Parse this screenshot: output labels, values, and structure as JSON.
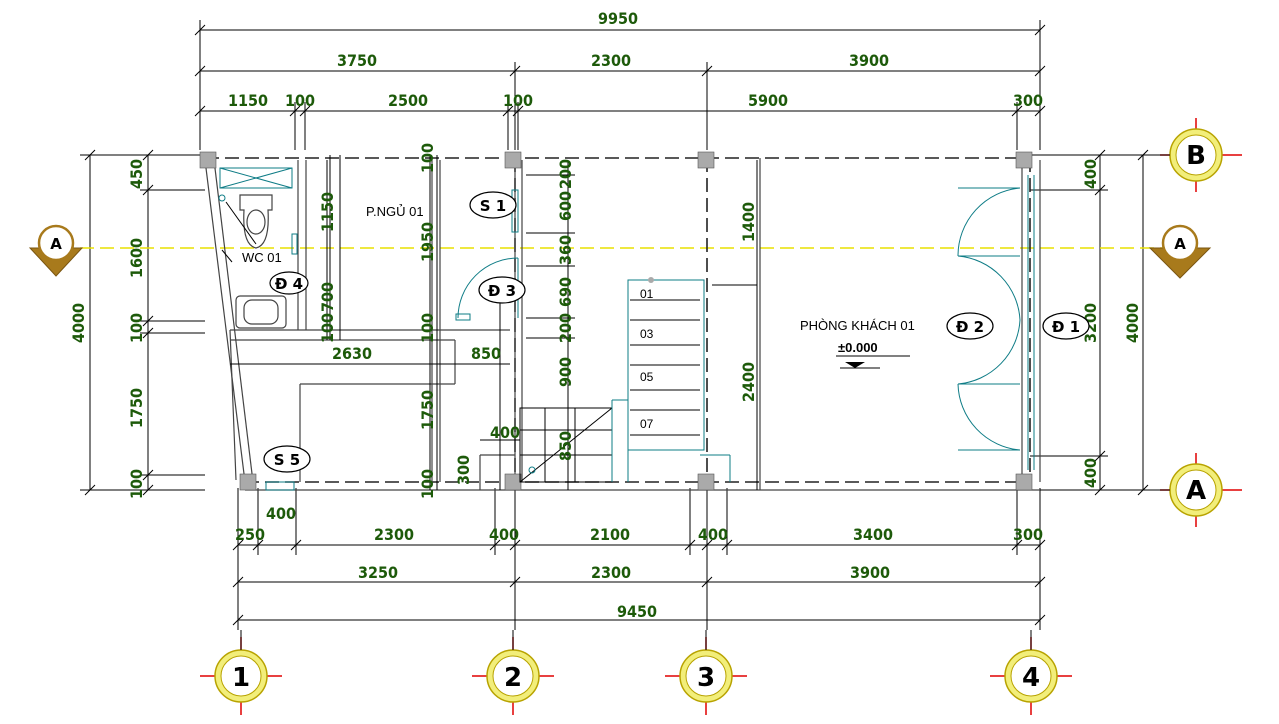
{
  "dimensions": {
    "top_total": "9950",
    "top_row2": [
      "3750",
      "2300",
      "3900"
    ],
    "top_row3": [
      "1150",
      "100",
      "2500",
      "100",
      "5900",
      "300"
    ],
    "bottom_row1": [
      "250",
      "400",
      "2300",
      "400",
      "2100",
      "400",
      "3400",
      "300"
    ],
    "bottom_row2": [
      "3250",
      "2300",
      "3900"
    ],
    "bottom_total": "9450",
    "left_outer": "4000",
    "left_inner": [
      "450",
      "1600",
      "100",
      "1750",
      "100"
    ],
    "right_outer": "4000",
    "right_inner": [
      "400",
      "3200",
      "400"
    ],
    "interior": {
      "wc_vert": [
        "1150",
        "700",
        "100"
      ],
      "bed_vert": [
        "100",
        "1950",
        "100",
        "1750",
        "100"
      ],
      "stair_vert": [
        "200",
        "600",
        "360",
        "690",
        "200",
        "900",
        "850"
      ],
      "living_vert": [
        "1400",
        "2400"
      ],
      "h_2630": "2630",
      "h_850": "850",
      "h_400": "400",
      "v_300": "300"
    }
  },
  "rooms": {
    "bedroom": "P.NGỦ 01",
    "wc": "WC 01",
    "living": "PHÒNG KHÁCH 01",
    "level": "±0.000"
  },
  "tags": {
    "s1": "S 1",
    "s5": "S 5",
    "d1": "Đ 1",
    "d2": "Đ 2",
    "d3": "Đ 3",
    "d4": "Đ 4"
  },
  "section_marks": [
    "A",
    "A"
  ],
  "stair_steps": [
    "01",
    "03",
    "05",
    "07"
  ],
  "grid_axes": {
    "vertical": [
      "1",
      "2",
      "3",
      "4"
    ],
    "horizontal": [
      "B",
      "A"
    ]
  },
  "colors": {
    "dimension_text": "#1d5a0a",
    "section_line": "#e8e000",
    "axis_bubble": "#f2ee7a",
    "axis_cross": "#e00000",
    "section_marker": "#a87a1c",
    "fixture_lines": "#0e7c86"
  }
}
